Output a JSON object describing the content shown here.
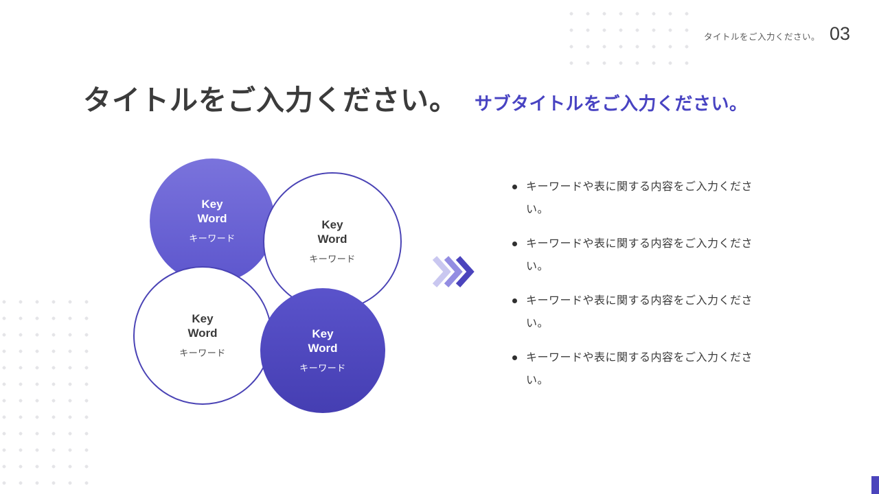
{
  "page": {
    "header_label": "タイトルをご入力ください。",
    "page_number": "03"
  },
  "titles": {
    "title": "タイトルをご入力ください。",
    "subtitle": "サブタイトルをご入力ください。"
  },
  "diagram": {
    "circles": [
      {
        "en": "Key\nWord",
        "jp": "キーワード",
        "variant": "filled-light-purple"
      },
      {
        "en": "Key\nWord",
        "jp": "キーワード",
        "variant": "outline-white"
      },
      {
        "en": "Key\nWord",
        "jp": "キーワード",
        "variant": "outline-white"
      },
      {
        "en": "Key\nWord",
        "jp": "キーワード",
        "variant": "filled-dark-purple"
      }
    ],
    "arrow": "triple-chevron-right"
  },
  "bullets": [
    "キーワードや表に関する内容をご入力ください。",
    "キーワードや表に関する内容をご入力ください。",
    "キーワードや表に関する内容をご入力ください。",
    "キーワードや表に関する内容をご入力ください。"
  ],
  "colors": {
    "accent_dark": "#4b44bc",
    "accent_mid": "#6b65d5",
    "accent_light": "#c9c7f0",
    "circle_border": "#4a43b5",
    "title_text": "#3b3b3b",
    "subtitle_text": "#4843c2",
    "body_text": "#3a3a3a",
    "dot_pattern": "#e5e5e8"
  }
}
